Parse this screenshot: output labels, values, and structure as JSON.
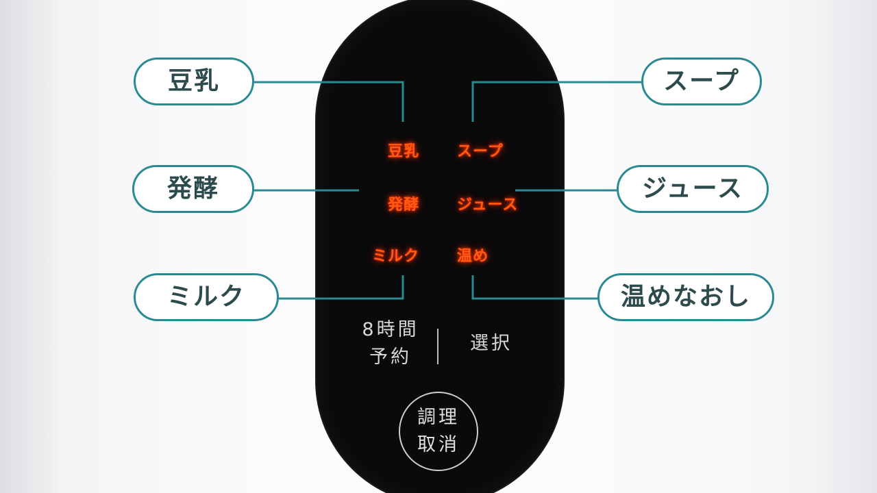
{
  "callouts": {
    "soymilk": "豆乳",
    "ferment": "発酵",
    "milk": "ミルク",
    "soup": "スープ",
    "juice": "ジュース",
    "reheat": "温めなおし"
  },
  "indicators": {
    "soymilk": "豆乳",
    "ferment": "発酵",
    "milk": "ミルク",
    "soup": "スープ",
    "juice": "ジュース",
    "warm": "温め"
  },
  "panel": {
    "timer_line1": "8時間",
    "timer_line2": "予約",
    "select": "選択",
    "cancel_line1": "調理",
    "cancel_line2": "取消"
  },
  "colors": {
    "callout_border": "#2a8a92",
    "indicator_glow": "#ff5a12",
    "panel_background": "#0a0a0b"
  }
}
